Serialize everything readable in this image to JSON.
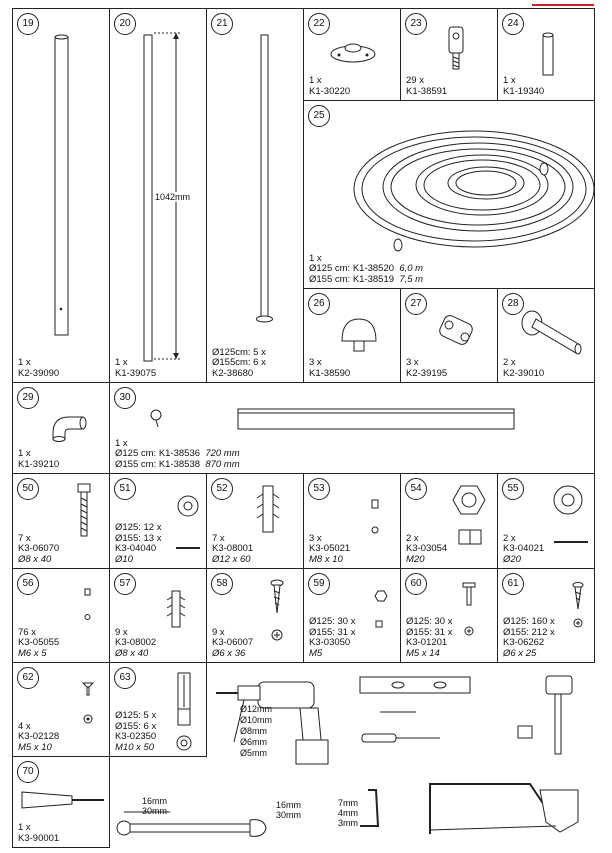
{
  "parts": [
    {
      "id": "19",
      "lines": [
        "1 x",
        "K2-39090"
      ]
    },
    {
      "id": "20",
      "lines": [
        "1 x",
        "K1-39075"
      ],
      "dimension": "1042mm"
    },
    {
      "id": "21",
      "lines": [
        "Ø125cm: 5 x",
        "Ø155cm: 6 x",
        "K2-38680"
      ]
    },
    {
      "id": "22",
      "lines": [
        "1 x",
        "K1-30220"
      ]
    },
    {
      "id": "23",
      "lines": [
        "29 x",
        "K1-38591"
      ]
    },
    {
      "id": "24",
      "lines": [
        "1 x",
        "K1-19340"
      ]
    },
    {
      "id": "25",
      "lines": [
        "1 x",
        "Ø125 cm: K1-38520",
        "Ø155 cm: K1-38519"
      ],
      "italic": [
        "6,0 m",
        "7,5 m"
      ]
    },
    {
      "id": "26",
      "lines": [
        "3 x",
        "K1-38590"
      ]
    },
    {
      "id": "27",
      "lines": [
        "3 x",
        "K2-39195"
      ]
    },
    {
      "id": "28",
      "lines": [
        "2 x",
        "K2-39010"
      ]
    },
    {
      "id": "29",
      "lines": [
        "1 x",
        "K1-39210"
      ]
    },
    {
      "id": "30",
      "lines": [
        "1 x",
        "Ø125 cm: K1-38536",
        "Ø155 cm: K1-38538"
      ],
      "italic": [
        "720 mm",
        "870 mm"
      ]
    },
    {
      "id": "50",
      "lines": [
        "7 x",
        "K3-06070",
        "Ø8 x 40"
      ]
    },
    {
      "id": "51",
      "lines": [
        "Ø125: 12 x",
        "Ø155: 13 x",
        "K3-04040",
        "Ø10"
      ]
    },
    {
      "id": "52",
      "lines": [
        "7 x",
        "K3-08001",
        "Ø12 x 60"
      ]
    },
    {
      "id": "53",
      "lines": [
        "3 x",
        "K3-05021",
        "M8 x 10"
      ]
    },
    {
      "id": "54",
      "lines": [
        "2 x",
        "K3-03054",
        "M20"
      ]
    },
    {
      "id": "55",
      "lines": [
        "2 x",
        "K3-04021",
        "Ø20"
      ]
    },
    {
      "id": "56",
      "lines": [
        "76 x",
        "K3-05055",
        "M6 x 5"
      ]
    },
    {
      "id": "57",
      "lines": [
        "9 x",
        "K3-08002",
        "Ø8 x 40"
      ]
    },
    {
      "id": "58",
      "lines": [
        "9 x",
        "K3-06007",
        "Ø6 x 36"
      ]
    },
    {
      "id": "59",
      "lines": [
        "Ø125: 30 x",
        "Ø155: 31 x",
        "K3-03050",
        "M5"
      ]
    },
    {
      "id": "60",
      "lines": [
        "Ø125: 30 x",
        "Ø155: 31 x",
        "K3-01201",
        "M5 x 14"
      ]
    },
    {
      "id": "61",
      "lines": [
        "Ø125: 160 x",
        "Ø155: 212 x",
        "K3-06262",
        "Ø6 x 25"
      ]
    },
    {
      "id": "62",
      "lines": [
        "4 x",
        "K3-02128",
        "M5 x 10"
      ]
    },
    {
      "id": "63",
      "lines": [
        "Ø125: 5 x",
        "Ø155: 6 x",
        "K3-02350",
        "M10 x 50"
      ]
    },
    {
      "id": "70",
      "lines": [
        "1 x",
        "K3-90001"
      ]
    }
  ],
  "tools": {
    "drill_bits": [
      "Ø12mm",
      "Ø10mm",
      "Ø8mm",
      "Ø6mm",
      "Ø5mm"
    ],
    "wrench_left": [
      "16mm",
      "30mm"
    ],
    "wrench_right": [
      "16mm",
      "30mm"
    ],
    "hex_keys": [
      "7mm",
      "4mm",
      "3mm"
    ]
  }
}
